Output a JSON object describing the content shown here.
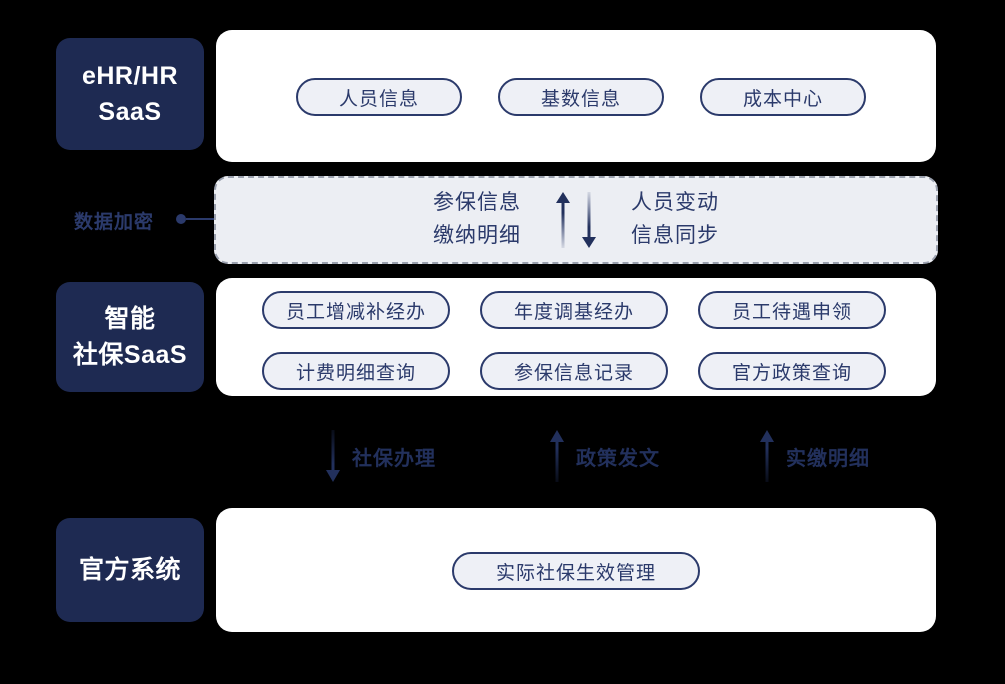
{
  "colors": {
    "navy": "#1e2a52",
    "pill_border": "#2b3a6b",
    "pill_fill": "#eef0f6",
    "band_fill": "#eceef3",
    "band_border": "#9aa0ae",
    "card": "#ffffff",
    "label_text": "#22305c"
  },
  "rows": {
    "ehr": {
      "label_lines": [
        "eHR/HR",
        "SaaS"
      ],
      "pills": [
        "人员信息",
        "基数信息",
        "成本中心"
      ]
    },
    "social": {
      "label_lines": [
        "智能",
        "社保SaaS"
      ],
      "pills_top": [
        "员工增减补经办",
        "年度调基经办",
        "员工待遇申领"
      ],
      "pills_bottom": [
        "计费明细查询",
        "参保信息记录",
        "官方政策查询"
      ]
    },
    "official": {
      "label_lines": [
        "官方系统"
      ],
      "pills": [
        "实际社保生效管理"
      ]
    }
  },
  "encryption_band": {
    "tag": "数据加密",
    "left_text": [
      "参保信息",
      "缴纳明细"
    ],
    "arrows": [
      "arrow-up-icon",
      "arrow-down-icon"
    ],
    "right_text": [
      "人员变动",
      "信息同步"
    ]
  },
  "connectors": [
    {
      "label": "社保办理",
      "direction": "down",
      "icon": "arrow-down-icon"
    },
    {
      "label": "政策发文",
      "direction": "up",
      "icon": "arrow-up-icon"
    },
    {
      "label": "实缴明细",
      "direction": "up",
      "icon": "arrow-up-icon"
    }
  ]
}
